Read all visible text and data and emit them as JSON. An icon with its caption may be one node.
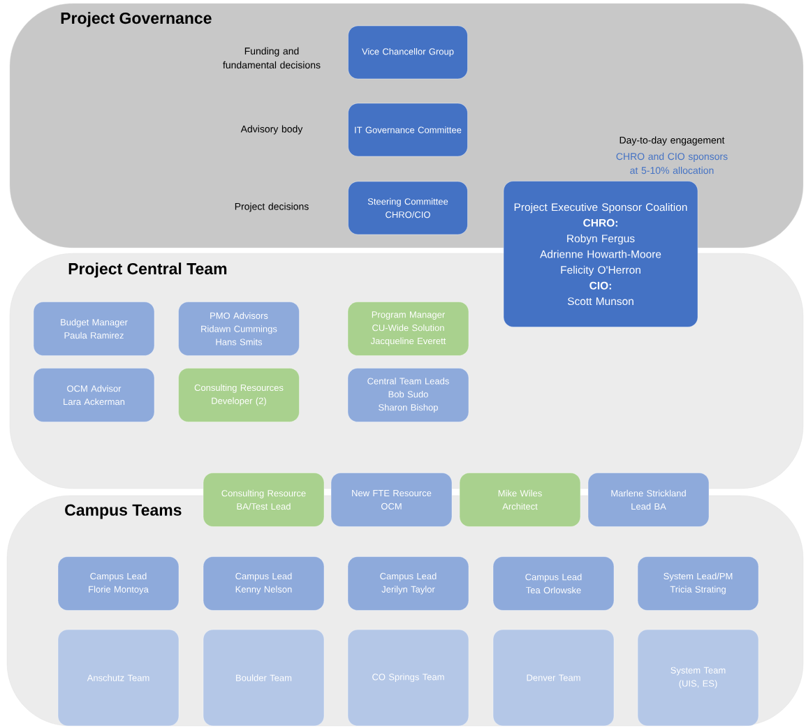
{
  "diagram": {
    "nodes": [
      {
        "text": [
          "Project Governance"
        ]
      },
      {
        "text": [
          "Vice Chancellor Group"
        ],
        "in": 0
      },
      {
        "text": [
          "IT Governance Committee"
        ],
        "in": 0
      },
      {
        "text": [
          "Steering Committee",
          "CHRO/CIO"
        ],
        "in": 0
      },
      {
        "text": [
          "Project Executive Sponsor Coalition",
          "CHRO:",
          "Robyn Fergus",
          "Adrienne Howarth-Moore",
          "Felicity O'Herron",
          "CIO:",
          "Scott Munson"
        ],
        "beside": [
          "Day-to-day engagement",
          "CHRO and CIO sponsors at 5-10% allocation"
        ]
      },
      {
        "text": [
          "Project Central Team"
        ]
      },
      {
        "text": [
          "Budget Manager",
          "Paula Ramirez"
        ],
        "in": 5
      },
      {
        "text": [
          "PMO Advisors",
          "Ridawn Cummings",
          "Hans Smits"
        ],
        "in": 5
      },
      {
        "text": [
          "Program Manager",
          "CU-Wide Solution",
          "Jacqueline Everett"
        ],
        "in": 5
      },
      {
        "text": [
          "OCM Advisor",
          "Lara Ackerman"
        ],
        "in": 5
      },
      {
        "text": [
          "Consulting Resources",
          "Developer (2)"
        ],
        "in": 5
      },
      {
        "text": [
          "Central Team Leads",
          "Bob Sudo",
          "Sharon Bishop"
        ],
        "in": 5
      },
      {
        "text": [
          "Consulting Resource",
          "BA/Test Lead"
        ]
      },
      {
        "text": [
          "New FTE Resource",
          "OCM"
        ]
      },
      {
        "text": [
          "Mike Wiles",
          "Architect"
        ]
      },
      {
        "text": [
          "Marlene Strickland",
          "Lead BA"
        ]
      },
      {
        "text": [
          "Campus Teams"
        ]
      },
      {
        "text": [
          "Campus Lead",
          "Florie Montoya"
        ],
        "in": 16
      },
      {
        "text": [
          "Campus Lead",
          "Kenny Nelson"
        ],
        "in": 16
      },
      {
        "text": [
          "Campus Lead",
          "Jerilyn Taylor"
        ],
        "in": 16
      },
      {
        "text": [
          "Campus Lead",
          "Tea Orlowske"
        ],
        "in": 16
      },
      {
        "text": [
          "System Lead/PM",
          "Tricia Strating"
        ],
        "in": 16
      },
      {
        "text": [
          "Anschutz Team"
        ],
        "in": 16
      },
      {
        "text": [
          "Boulder Team"
        ],
        "in": 16
      },
      {
        "text": [
          "CO Springs Team"
        ],
        "in": 16
      },
      {
        "text": [
          "Denver Team"
        ],
        "in": 16
      },
      {
        "text": [
          "System Team",
          "(UIS, ES)"
        ],
        "in": 16
      }
    ],
    "labels": [
      "Funding and fundamental decisions",
      "Advisory body",
      "Project decisions"
    ]
  }
}
